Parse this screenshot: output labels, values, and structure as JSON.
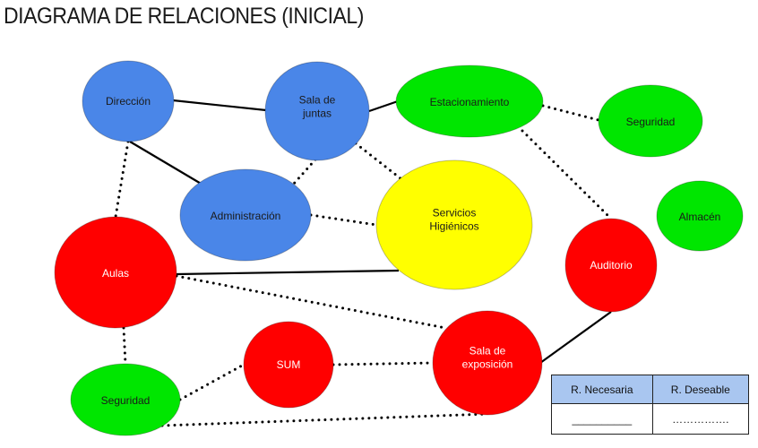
{
  "title": "DIAGRAMA DE RELACIONES (INICIAL)",
  "colors": {
    "blue": "#4a86e8",
    "green": "#00e600",
    "yellow": "#ffff00",
    "red": "#ff0000",
    "line": "#000000",
    "legend_header": "#a9c6f0"
  },
  "nodes": [
    {
      "id": "direccion",
      "lines": [
        "Dirección"
      ],
      "color": "blue"
    },
    {
      "id": "sala_juntas",
      "lines": [
        "Sala de",
        "juntas"
      ],
      "color": "blue"
    },
    {
      "id": "estacionamiento",
      "lines": [
        "Estacionamiento"
      ],
      "color": "green"
    },
    {
      "id": "seguridad_top",
      "lines": [
        "Seguridad"
      ],
      "color": "green"
    },
    {
      "id": "almacen",
      "lines": [
        "Almacén"
      ],
      "color": "green"
    },
    {
      "id": "administracion",
      "lines": [
        "Administración"
      ],
      "color": "blue"
    },
    {
      "id": "servicios",
      "lines": [
        "Servicios",
        "Higiénicos"
      ],
      "color": "yellow"
    },
    {
      "id": "auditorio",
      "lines": [
        "Auditorio"
      ],
      "color": "red"
    },
    {
      "id": "aulas",
      "lines": [
        "Aulas"
      ],
      "color": "red"
    },
    {
      "id": "sum",
      "lines": [
        "SUM"
      ],
      "color": "red"
    },
    {
      "id": "sala_exposicion",
      "lines": [
        "Sala de",
        "exposición"
      ],
      "color": "red"
    },
    {
      "id": "seguridad_bottom",
      "lines": [
        "Seguridad"
      ],
      "color": "green"
    }
  ],
  "edges": [
    {
      "from": "direccion",
      "to": "sala_juntas",
      "type": "necesaria"
    },
    {
      "from": "sala_juntas",
      "to": "estacionamiento",
      "type": "necesaria"
    },
    {
      "from": "direccion",
      "to": "administracion",
      "type": "necesaria"
    },
    {
      "from": "aulas",
      "to": "servicios",
      "type": "necesaria"
    },
    {
      "from": "auditorio",
      "to": "sala_exposicion",
      "type": "necesaria"
    },
    {
      "from": "estacionamiento",
      "to": "seguridad_top",
      "type": "deseable"
    },
    {
      "from": "estacionamiento",
      "to": "auditorio",
      "type": "deseable"
    },
    {
      "from": "sala_juntas",
      "to": "administracion",
      "type": "deseable"
    },
    {
      "from": "sala_juntas",
      "to": "servicios",
      "type": "deseable"
    },
    {
      "from": "direccion",
      "to": "aulas",
      "type": "deseable"
    },
    {
      "from": "administracion",
      "to": "servicios",
      "type": "deseable"
    },
    {
      "from": "aulas",
      "to": "sala_exposicion",
      "type": "deseable"
    },
    {
      "from": "aulas",
      "to": "seguridad_bottom",
      "type": "deseable"
    },
    {
      "from": "seguridad_bottom",
      "to": "sum",
      "type": "deseable"
    },
    {
      "from": "sum",
      "to": "sala_exposicion",
      "type": "deseable"
    },
    {
      "from": "seguridad_bottom",
      "to": "sala_exposicion",
      "type": "deseable"
    }
  ],
  "legend": {
    "necesaria_label": "R. Necesaria",
    "deseable_label": "R. Deseable",
    "necesaria_sample": "__________",
    "deseable_sample": "……………."
  }
}
